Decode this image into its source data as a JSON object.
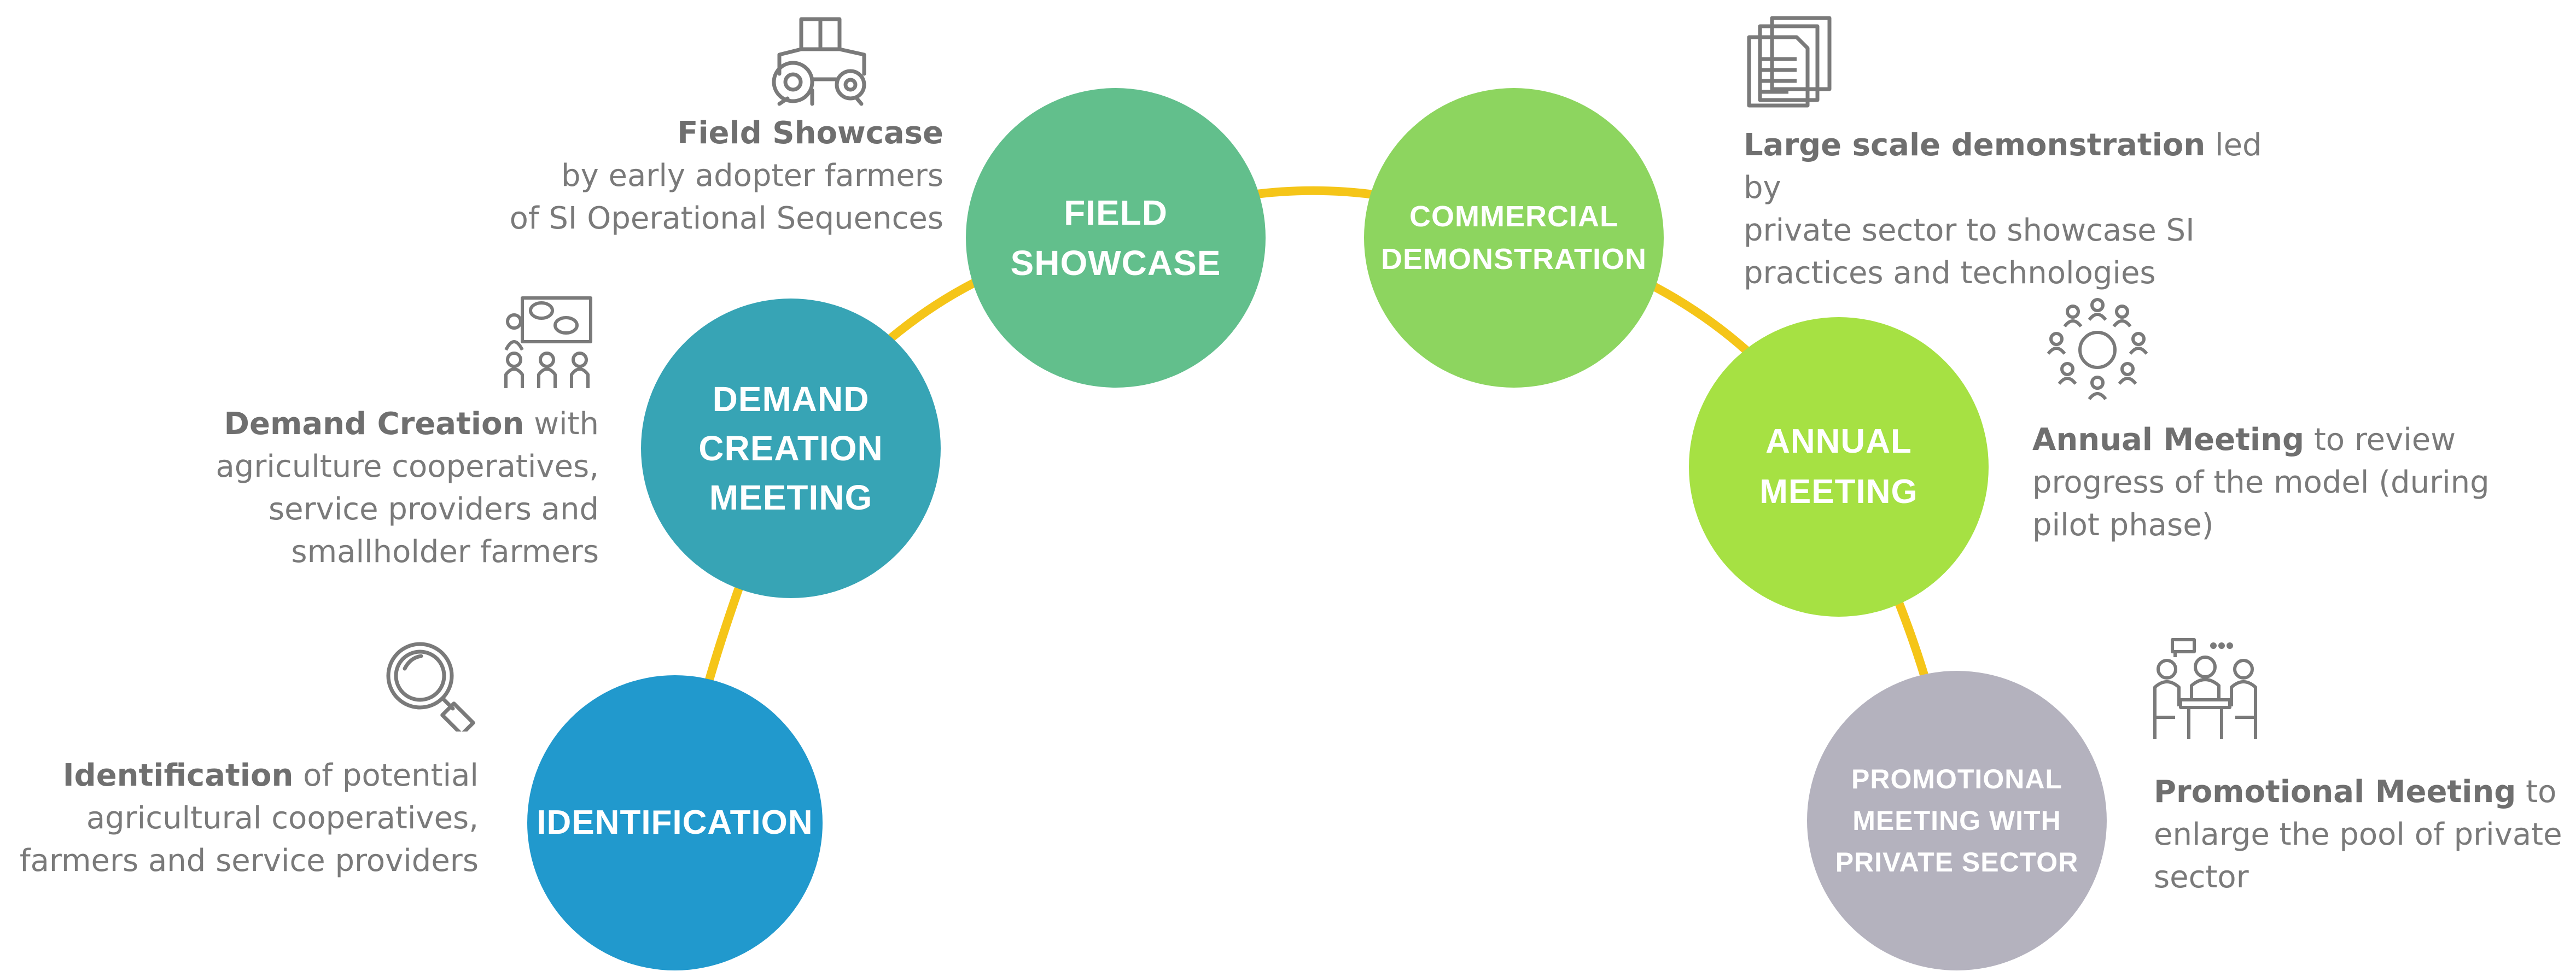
{
  "colors": {
    "connector": "#F5C518",
    "identification": "#2199CD",
    "demand_creation": "#37A4B5",
    "field_showcase": "#62BF8C",
    "commercial_demonstration": "#8DD55F",
    "annual_meeting": "#A6E143",
    "promotional_meeting": "#B4B2BE",
    "text": "#7a7a7a",
    "icon": "#7a7a7a"
  },
  "stages": [
    {
      "id": "identification",
      "circle_lines": [
        "IDENTIFICATION"
      ],
      "icon": "magnifier-icon",
      "desc_bold": "Identification",
      "desc_rest_first": " of potential",
      "desc_lines": [
        "agricultural cooperatives,",
        "farmers and service providers"
      ]
    },
    {
      "id": "demand-creation",
      "circle_lines": [
        "DEMAND",
        "CREATION",
        "MEETING"
      ],
      "icon": "presentation-meeting-icon",
      "desc_bold": "Demand Creation",
      "desc_rest_first": " with",
      "desc_lines": [
        "agriculture cooperatives,",
        "service providers and",
        "smallholder farmers"
      ]
    },
    {
      "id": "field-showcase",
      "circle_lines": [
        "FIELD",
        "SHOWCASE"
      ],
      "icon": "tractor-icon",
      "desc_bold": "Field Showcase",
      "desc_rest_first": "",
      "desc_lines": [
        "by early adopter farmers",
        "of SI Operational Sequences"
      ]
    },
    {
      "id": "commercial-demonstration",
      "circle_lines": [
        "COMMERCIAL",
        "DEMONSTRATION"
      ],
      "icon": "documents-icon",
      "desc_bold": "Large scale demonstration",
      "desc_rest_first": " led by",
      "desc_lines": [
        "private sector to showcase SI",
        "practices and technologies"
      ]
    },
    {
      "id": "annual-meeting",
      "circle_lines": [
        "ANNUAL",
        "MEETING"
      ],
      "icon": "round-table-icon",
      "desc_bold": "Annual Meeting",
      "desc_rest_first": " to review",
      "desc_lines": [
        "progress of the model (during",
        "pilot phase)"
      ]
    },
    {
      "id": "promotional-meeting",
      "circle_lines": [
        "PROMOTIONAL",
        "MEETING WITH",
        "PRIVATE SECTOR"
      ],
      "icon": "business-meeting-icon",
      "desc_bold": "Promotional Meeting",
      "desc_rest_first": " to",
      "desc_lines": [
        "enlarge the pool of private",
        "sector"
      ]
    }
  ]
}
